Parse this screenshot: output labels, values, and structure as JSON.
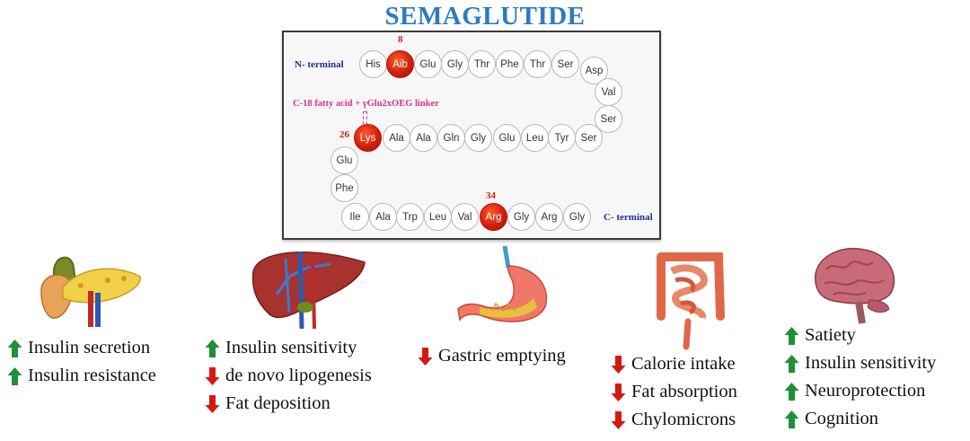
{
  "title": "SEMAGLUTIDE",
  "peptide": {
    "n_terminal": "N- terminal",
    "c_terminal": "C- terminal",
    "linker": "C-18 fatty acid + γGlu2xOEG linker",
    "positions": {
      "aib": "8",
      "lys": "26",
      "arg": "34"
    },
    "row1": [
      "His",
      "Aib",
      "Glu",
      "Gly",
      "Thr",
      "Phe",
      "Thr",
      "Ser",
      "Asp"
    ],
    "right_col": [
      "Val",
      "Ser"
    ],
    "row2": [
      "Ser",
      "Tyr",
      "Leu",
      "Glu",
      "Gly",
      "Gln",
      "Ala",
      "Ala",
      "Lys"
    ],
    "left_col": [
      "Glu",
      "Phe"
    ],
    "row3": [
      "Ile",
      "Ala",
      "Trp",
      "Leu",
      "Val",
      "Arg",
      "Gly",
      "Arg",
      "Gly"
    ],
    "highlight_color": "#d42010"
  },
  "organs": [
    {
      "name": "pancreas",
      "effects": [
        {
          "direction": "up",
          "text": "Insulin secretion"
        },
        {
          "direction": "up",
          "text": "Insulin resistance"
        }
      ]
    },
    {
      "name": "liver",
      "effects": [
        {
          "direction": "up",
          "text": "Insulin sensitivity"
        },
        {
          "direction": "down",
          "text": "de novo lipogenesis"
        },
        {
          "direction": "down",
          "text": "Fat deposition"
        }
      ]
    },
    {
      "name": "stomach",
      "effects": [
        {
          "direction": "down",
          "text": "Gastric emptying"
        }
      ]
    },
    {
      "name": "intestine",
      "effects": [
        {
          "direction": "down",
          "text": "Calorie intake"
        },
        {
          "direction": "down",
          "text": "Fat absorption"
        },
        {
          "direction": "down",
          "text": "Chylomicrons"
        }
      ]
    },
    {
      "name": "brain",
      "effects": [
        {
          "direction": "up",
          "text": "Satiety"
        },
        {
          "direction": "up",
          "text": "Insulin sensitivity"
        },
        {
          "direction": "up",
          "text": "Neuroprotection"
        },
        {
          "direction": "up",
          "text": "Cognition"
        }
      ]
    }
  ],
  "colors": {
    "title": "#2b7bc0",
    "up_arrow": "#1f8f3a",
    "down_arrow": "#d41a10",
    "terminal": "#1f2d9c",
    "linker": "#e0308a"
  }
}
